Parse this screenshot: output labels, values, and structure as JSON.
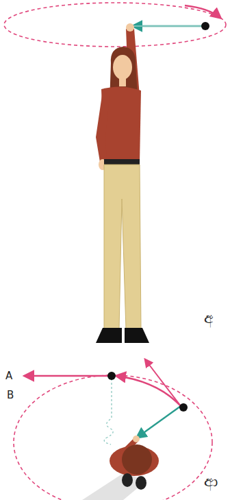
{
  "diagram": {
    "labels": [
      "අ",
      "A",
      "B",
      "ආ"
    ]
  }
}
